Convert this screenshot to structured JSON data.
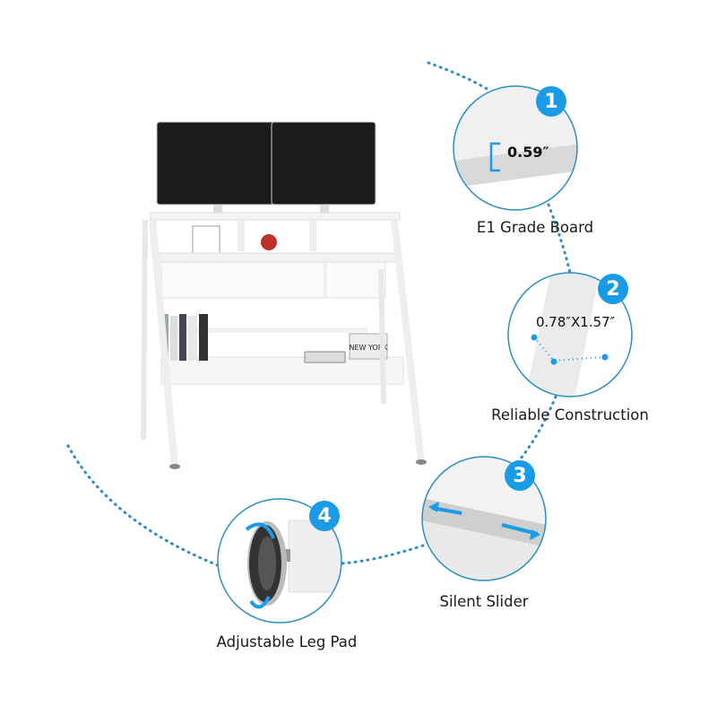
{
  "accent_color": "#1a9be6",
  "ring_color": "#2b8fc0",
  "features": [
    {
      "number": "1",
      "label": "E1 Grade Board",
      "measurement": "0.59″"
    },
    {
      "number": "2",
      "label": "Reliable Construction",
      "measurement": "0.78″X1.57″"
    },
    {
      "number": "3",
      "label": "Silent Slider"
    },
    {
      "number": "4",
      "label": "Adjustable Leg Pad"
    }
  ],
  "book_text": "NEW YORK"
}
